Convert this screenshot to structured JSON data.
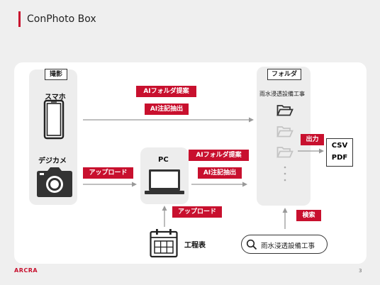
{
  "header": {
    "title": "ConPhoto Box"
  },
  "sources": {
    "section_label": "撮影",
    "smartphone_label": "スマホ",
    "camera_label": "デジカメ"
  },
  "pc": {
    "label": "PC"
  },
  "folder": {
    "section_label": "フォルダ",
    "folder_name": "雨水浸透設備工事"
  },
  "badges": {
    "ai_folder_top": "AIフォルダ提案",
    "ai_extract_top": "AI注記抽出",
    "upload_camera": "アップロード",
    "ai_folder_pc": "AIフォルダ提案",
    "ai_extract_pc": "AI注記抽出",
    "upload_schedule": "アップロード",
    "output": "出力",
    "search": "検索"
  },
  "output": {
    "csv": "CSV",
    "pdf": "PDF"
  },
  "schedule": {
    "label": "工程表"
  },
  "search": {
    "query": "雨水浸透設備工事"
  },
  "footer": {
    "logo": "ARCRA",
    "page": "3"
  }
}
